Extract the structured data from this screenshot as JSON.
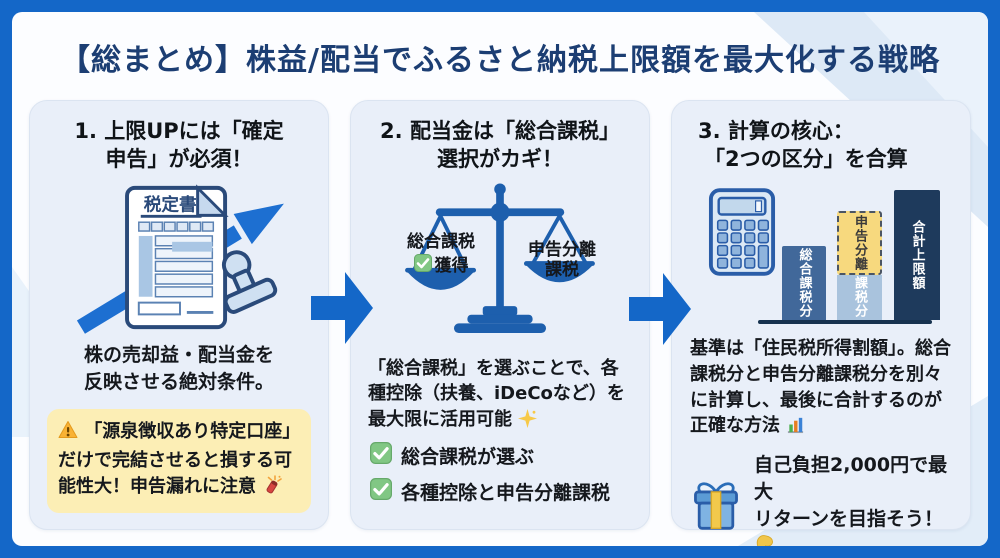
{
  "header": {
    "title": "【総まとめ】株益/配当でふるさと納税上限額を最大化する戦略"
  },
  "card1": {
    "title_line1": "1. 上限UPには「確定",
    "title_line2": "申告」が必須！",
    "document_label": "税定書",
    "body_line1": "株の売却益・配当金を",
    "body_line2": "反映させる絶対条件。",
    "warning_text": "「源泉徴収あり特定口座」だけで完結させると損する可能性大！申告漏れに注意"
  },
  "card2": {
    "title_line1": "2. 配当金は「総合課税」",
    "title_line2": "選択がカギ！",
    "scale_left_label": "総合課税",
    "scale_left_sublabel": "獲得",
    "scale_right_label_line1": "申告分離",
    "scale_right_label_line2": "課税",
    "body": "「総合課税」を選ぶことで、各種控除（扶養、iDeCoなど）を最大限に活用可能",
    "checklist": [
      {
        "label": "総合課税が選ぶ"
      },
      {
        "label": "各種控除と申告分離課税"
      }
    ]
  },
  "card3": {
    "title_line1": "3. 計算の核心：",
    "title_line2": "「2つの区分」を合算",
    "bar1_label": "総合課税分",
    "bar2_top_label": "申告分離",
    "bar2_bottom_label": "課税分",
    "bar3_label": "合計上限額",
    "body": "基準は「住民税所得割額」。総合課税分と申告分離課税分を別々に計算し、最後に合計するのが正確な方法",
    "footer_line1": "自己負担2,000円で最大",
    "footer_line2": "リターンを目指そう！"
  },
  "colors": {
    "frame_blue": "#1467c8",
    "title_navy": "#1c3e73",
    "card_background": "#e9eff9",
    "warning_background": "#fceeb5",
    "check_green": "#81c784",
    "illustration_blue": "#1d5fad",
    "bar_mid_blue": "#41689a",
    "bar_light_blue": "#a9c3dd",
    "bar_yellow": "#f7d97e",
    "bar_dark_navy": "#1e3a5c"
  }
}
